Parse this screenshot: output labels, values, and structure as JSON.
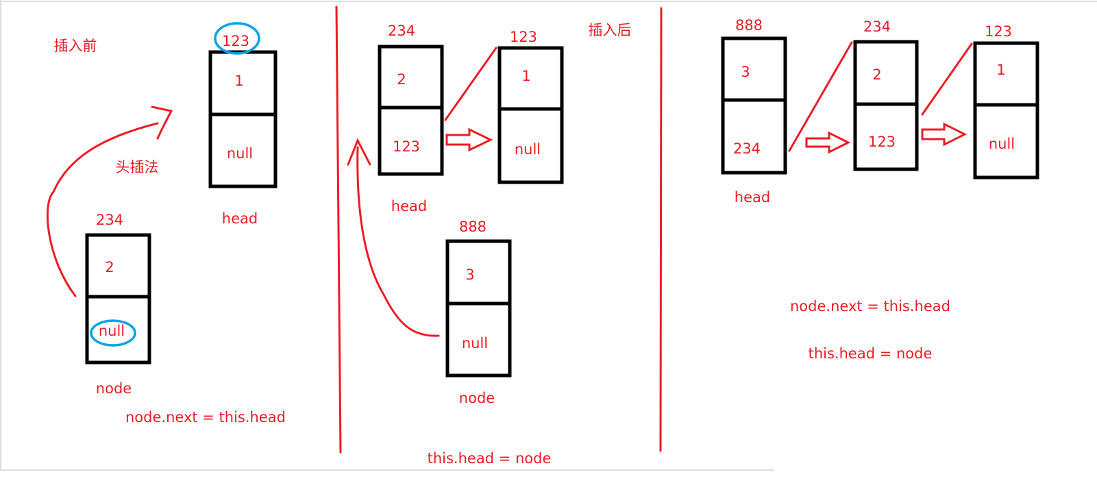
{
  "colors": {
    "ink": "#ed1c24",
    "box": "#000000",
    "highlight": "#00a2e8"
  },
  "before": {
    "title": "插入前",
    "method": "头插法",
    "head_node": {
      "address": "123",
      "data": "1",
      "next": "null",
      "label": "head"
    },
    "new_node": {
      "address": "234",
      "data": "2",
      "next": "null",
      "label": "node"
    },
    "code": "node.next = this.head"
  },
  "middle": {
    "node_a": {
      "address": "234",
      "data": "2",
      "next": "123",
      "label": "head"
    },
    "node_b": {
      "address": "123",
      "data": "1",
      "next": "null"
    },
    "new_node": {
      "address": "888",
      "data": "3",
      "next": "null",
      "label": "node"
    },
    "code": "this.head = node"
  },
  "after": {
    "title": "插入后",
    "node_a": {
      "address": "888",
      "data": "3",
      "next": "234",
      "label": "head"
    },
    "node_b": {
      "address": "234",
      "data": "2",
      "next": "123"
    },
    "node_c": {
      "address": "123",
      "data": "1",
      "next": "null"
    },
    "code_1": "node.next = this.head",
    "code_2": "this.head = node"
  }
}
